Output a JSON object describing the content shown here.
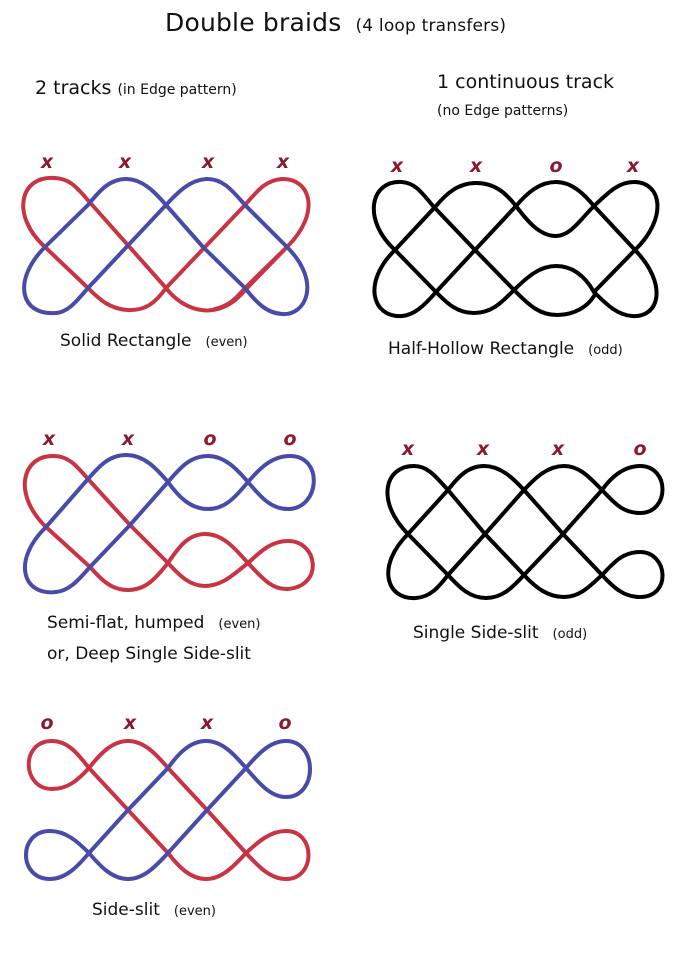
{
  "title": {
    "main": "Double braids",
    "sub": "(4 loop transfers)"
  },
  "columns": {
    "left": {
      "heading": "2 tracks",
      "heading_note": "(in Edge pattern)"
    },
    "right": {
      "heading": "1 continuous track",
      "heading_note": "(no Edge patterns)"
    }
  },
  "colors": {
    "red_track": "#d03040",
    "blue_track": "#4a4aa8",
    "black_track": "#000000",
    "mark": "#8b1a2e"
  },
  "diagrams": [
    {
      "id": "solid-rectangle",
      "caption": "Solid Rectangle",
      "parity": "(even)",
      "marks": [
        "x",
        "x",
        "x",
        "x"
      ],
      "tracks": 2
    },
    {
      "id": "half-hollow-rectangle",
      "caption": "Half-Hollow Rectangle",
      "parity": "(odd)",
      "marks": [
        "x",
        "x",
        "o",
        "x"
      ],
      "tracks": 1
    },
    {
      "id": "semi-flat-humped",
      "caption": "Semi-flat, humped",
      "parity": "(even)",
      "caption_line2": "or, Deep Single Side-slit",
      "marks": [
        "x",
        "x",
        "o",
        "o"
      ],
      "tracks": 2
    },
    {
      "id": "single-side-slit",
      "caption": "Single Side-slit",
      "parity": "(odd)",
      "marks": [
        "x",
        "x",
        "x",
        "o"
      ],
      "tracks": 1
    },
    {
      "id": "side-slit",
      "caption": "Side-slit",
      "parity": "(even)",
      "marks": [
        "o",
        "x",
        "x",
        "o"
      ],
      "tracks": 2
    }
  ]
}
